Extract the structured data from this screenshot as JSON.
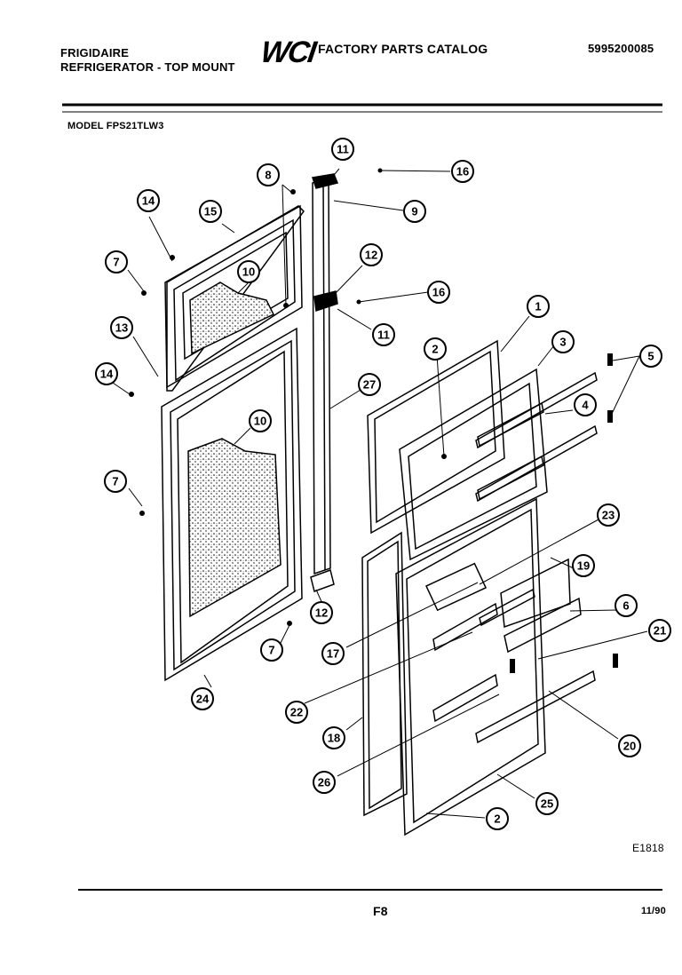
{
  "header": {
    "brand": "FRIGIDAIRE",
    "subtitle": "REFRIGERATOR - TOP MOUNT",
    "logo": "WCI",
    "catalog_title": "FACTORY PARTS CATALOG",
    "part_number": "5995200085",
    "model": "MODEL FPS21TLW3"
  },
  "footer": {
    "code": "E1818",
    "page": "F8",
    "date": "11/90"
  },
  "callouts": [
    "11",
    "16",
    "8",
    "9",
    "14",
    "15",
    "10",
    "7",
    "12",
    "16",
    "11",
    "13",
    "14",
    "1",
    "5",
    "3",
    "2",
    "4",
    "27",
    "10",
    "7",
    "23",
    "19",
    "6",
    "21",
    "17",
    "12",
    "7",
    "22",
    "18",
    "20",
    "24",
    "26",
    "2",
    "25"
  ]
}
